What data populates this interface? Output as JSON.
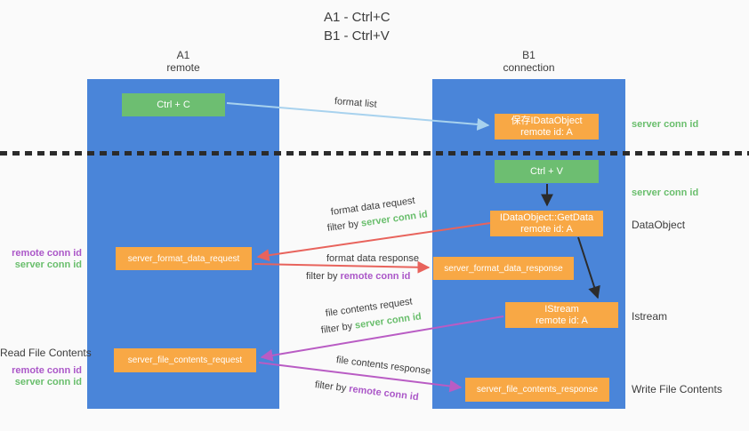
{
  "title": {
    "line1": "A1 - Ctrl+C",
    "line2": "B1 - Ctrl+V"
  },
  "lanes": {
    "a": {
      "title": "A1",
      "subtitle": "remote"
    },
    "b": {
      "title": "B1",
      "subtitle": "connection"
    }
  },
  "nodes": {
    "ctrl_c": {
      "label": "Ctrl + C"
    },
    "ctrl_v": {
      "label": "Ctrl + V"
    },
    "save_dataobject": {
      "line1": "保存IDataObject",
      "line2": "remote id: A"
    },
    "getdata": {
      "line1": "IDataObject::GetData",
      "line2": "remote id: A"
    },
    "server_format_data_request": {
      "label": "server_format_data_request"
    },
    "server_format_data_response": {
      "label": "server_format_data_response"
    },
    "istream": {
      "line1": "IStream",
      "line2": "remote id: A"
    },
    "server_file_contents_request": {
      "label": "server_file_contents_request"
    },
    "server_file_contents_response": {
      "label": "server_file_contents_response"
    }
  },
  "edge_labels": {
    "format_list": "format list",
    "format_data_request": "format data request",
    "format_data_response": "format data response",
    "file_contents_request": "file contents request",
    "file_contents_response": "file contents response",
    "filter_by": "filter by ",
    "server_conn_id": "server conn id",
    "remote_conn_id": "remote conn id"
  },
  "annotations": {
    "left": {
      "remote_conn_id_1": "remote conn id",
      "server_conn_id_1": "server conn id",
      "read_file_contents": "Read File Contents",
      "remote_conn_id_2": "remote conn id",
      "server_conn_id_2": "server conn id"
    },
    "right": {
      "server_conn_id_1": "server conn id",
      "server_conn_id_2": "server conn id",
      "dataobject": "DataObject",
      "istream": "Istream",
      "write_file_contents": "Write File Contents"
    }
  },
  "colors": {
    "lane_blue": "#4A85D9",
    "box_green": "#6DBE71",
    "box_orange": "#F8A845",
    "arrow_red": "#E8635C",
    "arrow_purple": "#B95CC4",
    "arrow_lightblue": "#A8D2EE",
    "arrow_black": "#2B2B2B",
    "text_green": "#69BE6C",
    "text_purple": "#AB57C8",
    "text_dark": "#3C3C3C"
  }
}
